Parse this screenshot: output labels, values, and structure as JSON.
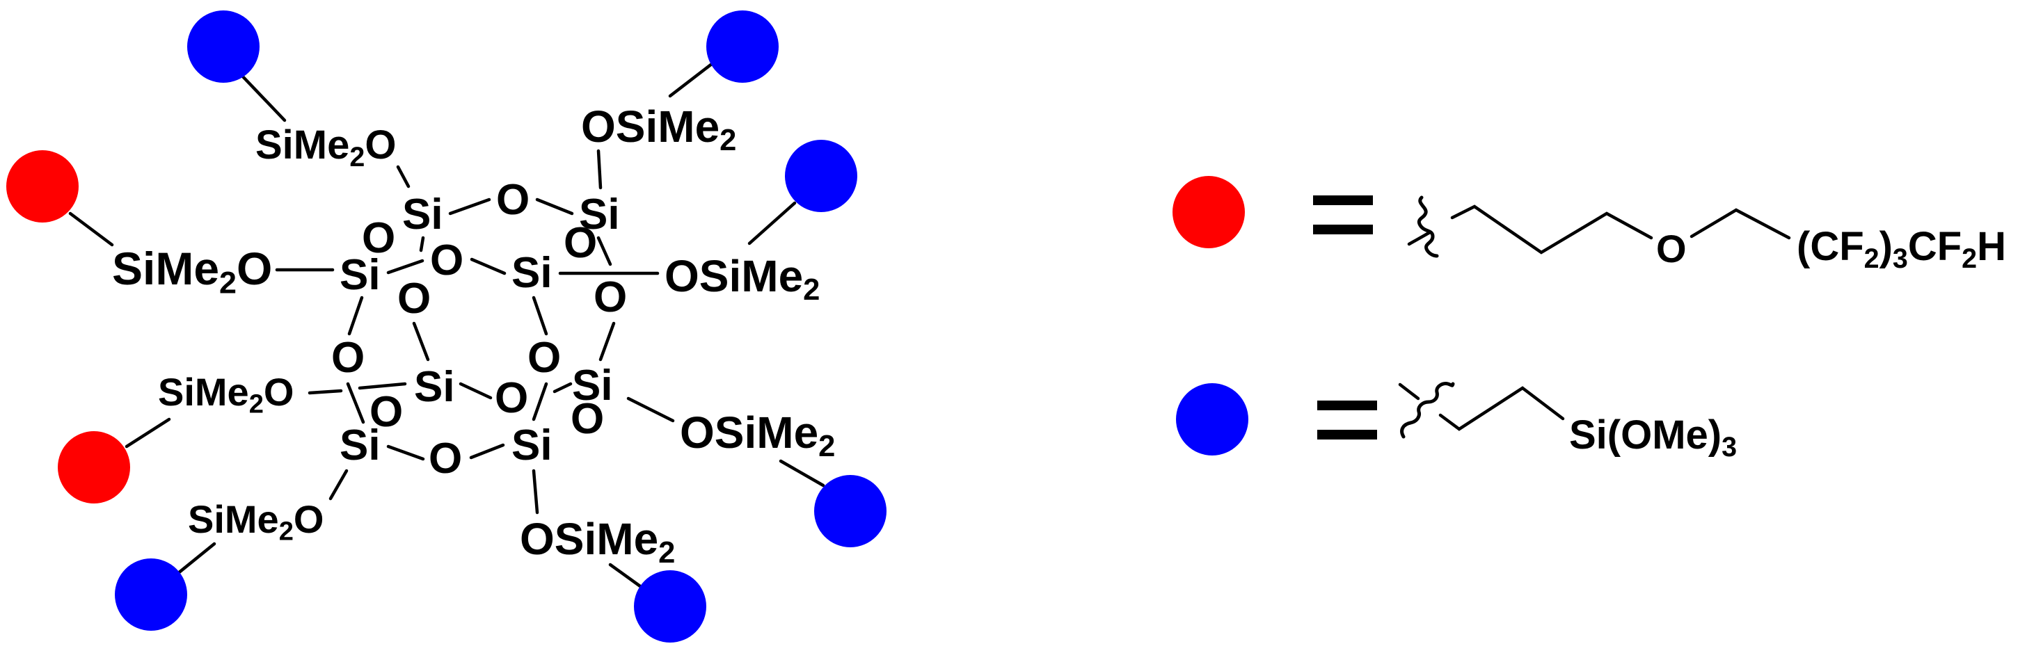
{
  "figure": {
    "title": "Octakis(dimethylsiloxy)silsesquioxane cage with fluoroalkyl and trimethoxysilylethyl substituents",
    "colors": {
      "red_group": "#ff0000",
      "blue_group": "#0000ff",
      "ink": "#000000",
      "background": "#ffffff"
    }
  },
  "molecule": {
    "core_atoms": {
      "si": "Si",
      "o": "O"
    },
    "substituents": [
      {
        "id": "top-left",
        "text": "SiMe",
        "sub": "2",
        "tail": "O",
        "group": "blue"
      },
      {
        "id": "left",
        "text": "SiMe",
        "sub": "2",
        "tail": "O",
        "group": "red"
      },
      {
        "id": "lower-left",
        "text": "SiMe",
        "sub": "2",
        "tail": "O",
        "group": "red"
      },
      {
        "id": "bottom-left",
        "text": "SiMe",
        "sub": "2",
        "tail": "O",
        "group": "blue"
      },
      {
        "id": "top-right",
        "text": "OSiMe",
        "sub": "2",
        "tail": "",
        "group": "blue"
      },
      {
        "id": "right",
        "text": "OSiMe",
        "sub": "2",
        "tail": "",
        "group": "blue"
      },
      {
        "id": "lower-right",
        "text": "OSiMe",
        "sub": "2",
        "tail": "",
        "group": "blue"
      },
      {
        "id": "bottom-right",
        "text": "OSiMe",
        "sub": "2",
        "tail": "",
        "group": "blue"
      }
    ]
  },
  "legend": {
    "equals": "=",
    "red": {
      "color": "#ff0000",
      "ether_o": "O",
      "end_group": {
        "p1": "(CF",
        "s1": "2",
        "p2": ")",
        "s2": "3",
        "p3": "CF",
        "s3": "2",
        "p4": "H"
      }
    },
    "blue": {
      "color": "#0000ff",
      "end_group": {
        "p1": "Si(OMe)",
        "s1": "3"
      }
    }
  }
}
